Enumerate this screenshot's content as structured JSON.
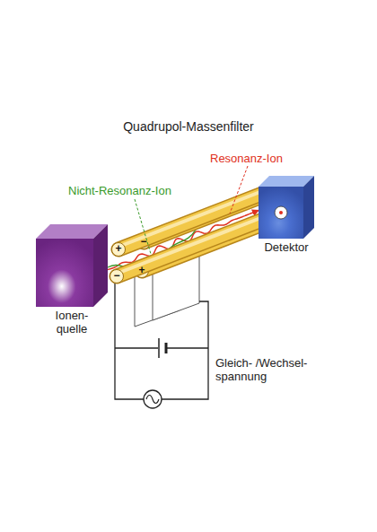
{
  "diagram": {
    "title": "Quadrupol-Massenfilter",
    "nodes": [
      {
        "text": [
          "Ionen- quelle"
        ]
      },
      {
        "text": [
          "Detektor"
        ]
      }
    ],
    "edges": [
      {
        "from": 0,
        "to": 1,
        "arrow": "to"
      }
    ],
    "labels": [
      "Nicht-Resonanz-Ion",
      "Resonanz-Ion",
      "+",
      "−",
      "+",
      "−",
      "Gleich- /Wechsel- spannung"
    ]
  }
}
